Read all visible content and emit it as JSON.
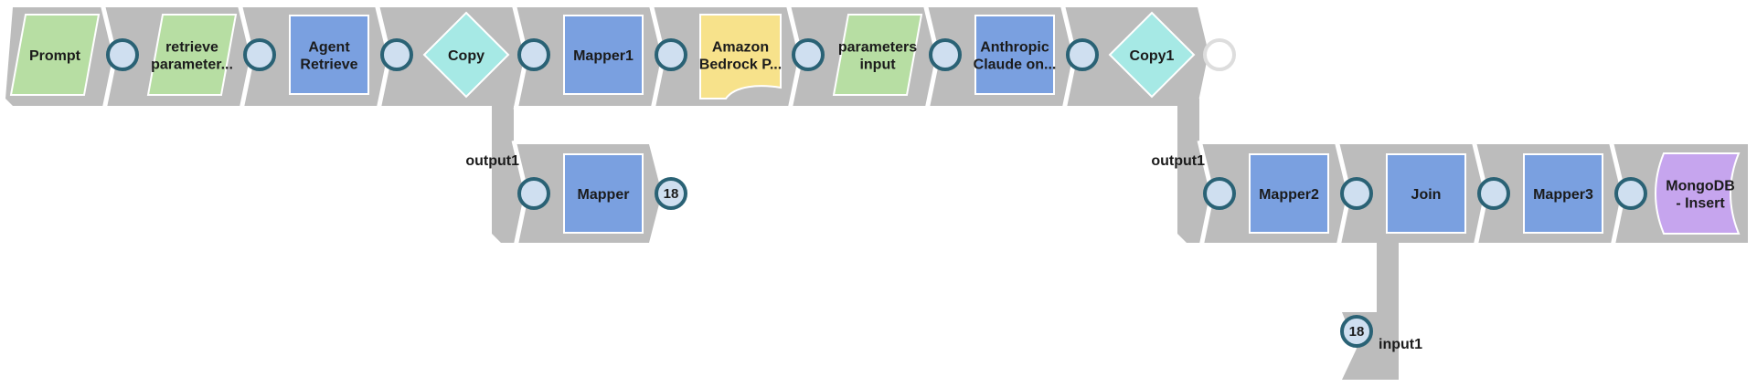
{
  "pipeline": {
    "colors": {
      "track": "#bcbcbc",
      "separator": "#ffffff",
      "port_fill": "#cfdff0",
      "port_ring": "#2a6275",
      "green": "#b7dea3",
      "blue": "#7aa0e0",
      "teal": "#a6e9e5",
      "yellow": "#f7e28b",
      "purple": "#c6a5ee"
    },
    "main_row": [
      {
        "name": "Prompt",
        "lines": [
          "Prompt"
        ],
        "shape": "parallelogram",
        "color": "green"
      },
      {
        "name": "retrieve parameter...",
        "lines": [
          "retrieve",
          "parameter..."
        ],
        "shape": "parallelogram",
        "color": "green"
      },
      {
        "name": "Agent Retrieve",
        "lines": [
          "Agent",
          "Retrieve"
        ],
        "shape": "square",
        "color": "blue"
      },
      {
        "name": "Copy",
        "lines": [
          "Copy"
        ],
        "shape": "diamond",
        "color": "teal"
      },
      {
        "name": "Mapper1",
        "lines": [
          "Mapper1"
        ],
        "shape": "square",
        "color": "blue"
      },
      {
        "name": "Amazon Bedrock P...",
        "lines": [
          "Amazon",
          "Bedrock P..."
        ],
        "shape": "document",
        "color": "yellow"
      },
      {
        "name": "parameters input",
        "lines": [
          "parameters",
          "input"
        ],
        "shape": "parallelogram",
        "color": "green"
      },
      {
        "name": "Anthropic Claude on...",
        "lines": [
          "Anthropic",
          "Claude on..."
        ],
        "shape": "square",
        "color": "blue"
      },
      {
        "name": "Copy1",
        "lines": [
          "Copy1"
        ],
        "shape": "diamond",
        "color": "teal"
      }
    ],
    "branch_a": {
      "port_label": "output1",
      "snaps": [
        {
          "name": "Mapper",
          "lines": [
            "Mapper"
          ],
          "shape": "square",
          "color": "blue"
        }
      ],
      "badge": "18"
    },
    "branch_b": {
      "port_label": "output1",
      "snaps": [
        {
          "name": "Mapper2",
          "lines": [
            "Mapper2"
          ],
          "shape": "square",
          "color": "blue"
        },
        {
          "name": "Join",
          "lines": [
            "Join"
          ],
          "shape": "square",
          "color": "blue"
        },
        {
          "name": "Mapper3",
          "lines": [
            "Mapper3"
          ],
          "shape": "square",
          "color": "blue"
        },
        {
          "name": "MongoDB - Insert",
          "lines": [
            "MongoDB",
            "- Insert"
          ],
          "shape": "cylinder",
          "color": "purple"
        }
      ]
    },
    "join_input": {
      "port_label": "input1",
      "badge": "18"
    }
  }
}
